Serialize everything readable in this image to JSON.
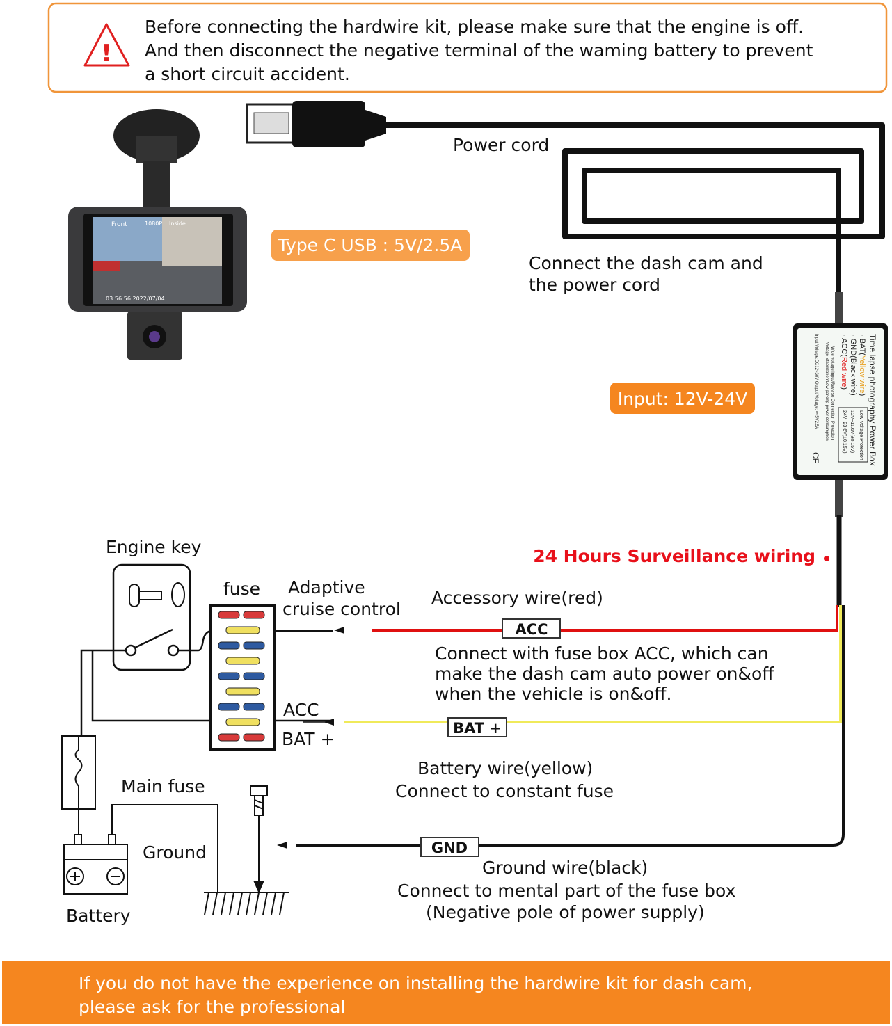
{
  "warning": {
    "icon": "warning-triangle-icon",
    "lines": [
      "Before connecting the hardwire kit, please make sure that the engine is off.",
      "And then disconnect the negative terminal of the waming battery to prevent",
      "a short circuit accident."
    ]
  },
  "power_cord_label": "Power cord",
  "usb_badge": "Type C USB : 5V/2.5A",
  "connect_note": [
    "Connect the dash cam and",
    "the power cord"
  ],
  "dashcam_screen": {
    "front": "Front",
    "res": "1080P",
    "inside": "Inside",
    "time": "03:56:56  2022/07/04"
  },
  "power_box": {
    "title": "Time lapse photography Power Box",
    "bat": "· BAT(",
    "bat_color": "Yellow wire",
    "gnd": "· GND(Black wire)",
    "acc": "· ACC(",
    "acc_color": "Red wire",
    "close": ")",
    "lvp_title": "Low Voltage Protection",
    "lvp_1": "12V~11.6V(±0.15V)",
    "lvp_2": "24V~23.6V(±0.15V)",
    "feat_1": "Wide voltage input/Reverse Connection Protection",
    "feat_2": "Voltage Stabilization/Low parking power consumption",
    "io": "Input Voltage:DC12~30V     Output Voltage: ⎓ 5V2.5A",
    "ce": "CE"
  },
  "input_badge": "Input: 12V-24V",
  "surveillance": "24 Hours Surveillance wiring",
  "engine_key": "Engine key",
  "fuse": "fuse",
  "adaptive": [
    "Adaptive",
    "cruise control"
  ],
  "fuse_acc": "ACC",
  "fuse_bat": "BAT +",
  "accessory": {
    "title": "Accessory wire(red)",
    "tag": "ACC",
    "notes": [
      "Connect with fuse box ACC, which can",
      "make the dash cam auto power on&off",
      "when the vehicle is on&off."
    ]
  },
  "battery_wire": {
    "tag": "BAT +",
    "notes": [
      "Battery wire(yellow)",
      "Connect to constant fuse"
    ]
  },
  "ground_wire": {
    "tag": "GND",
    "notes": [
      "Ground wire(black)",
      "Connect to mental part of the fuse box",
      "(Negative pole of power supply)"
    ]
  },
  "main_fuse": "Main fuse",
  "ground": "Ground",
  "battery": "Battery",
  "footer": [
    "If you do not have the experience on installing the hardwire kit for dash cam,",
    "please ask for the professional"
  ],
  "colors": {
    "orange": "#f5861f",
    "badge": "#f7a04b",
    "red_wire": "#e01010",
    "yellow_wire": "#f0ea5a",
    "surveillance_red": "#e8101a"
  }
}
